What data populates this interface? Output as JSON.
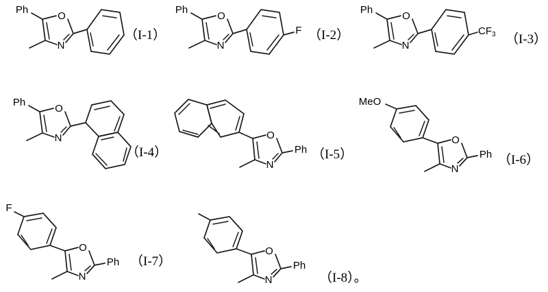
{
  "document": {
    "type": "chemical-structure-figure",
    "description": "Patent figure showing eight 4-methyl-oxazole derivatives labelled (I-1) through (I-8)",
    "background_color": "#ffffff",
    "bond_color": "#1a1a1a",
    "text_color": "#000000",
    "terminal_punctuation": "。"
  },
  "structures": [
    {
      "id": "I-1",
      "label": "（I-1）",
      "core": "oxazole",
      "atom_labels": [
        "Ph",
        "O",
        "N"
      ],
      "substituents": {
        "c5": "Ph",
        "c4": "methyl",
        "c2": "phenyl-ring"
      },
      "ring_labels": []
    },
    {
      "id": "I-2",
      "label": "（I-2）",
      "core": "oxazole",
      "atom_labels": [
        "Ph",
        "O",
        "N",
        "F"
      ],
      "substituents": {
        "c5": "Ph",
        "c4": "methyl",
        "c2": "4-fluorophenyl"
      },
      "ring_labels": [
        "F"
      ]
    },
    {
      "id": "I-3",
      "label": "（I-3）",
      "core": "oxazole",
      "atom_labels": [
        "Ph",
        "O",
        "N",
        "CF3"
      ],
      "substituents": {
        "c5": "Ph",
        "c4": "methyl",
        "c2": "4-trifluoromethylphenyl"
      },
      "ring_labels": [
        "CF",
        "3"
      ]
    },
    {
      "id": "I-4",
      "label": "（I-4）",
      "core": "oxazole",
      "atom_labels": [
        "Ph",
        "O",
        "N"
      ],
      "substituents": {
        "c5": "Ph",
        "c4": "methyl",
        "c2": "naphthalen-1-yl"
      },
      "ring_labels": []
    },
    {
      "id": "I-5",
      "label": "（I-5）",
      "core": "oxazole",
      "atom_labels": [
        "O",
        "N",
        "Ph"
      ],
      "substituents": {
        "c5": "naphthalen-2-yl",
        "c4": "methyl",
        "c2": "Ph"
      },
      "ring_labels": []
    },
    {
      "id": "I-6",
      "label": "（I-6）",
      "core": "oxazole",
      "atom_labels": [
        "MeO",
        "O",
        "N",
        "Ph"
      ],
      "substituents": {
        "c5": "4-methoxyphenyl",
        "c4": "methyl",
        "c2": "Ph"
      },
      "ring_labels": [
        "MeO"
      ]
    },
    {
      "id": "I-7",
      "label": "（I-7）",
      "core": "oxazole",
      "atom_labels": [
        "F",
        "O",
        "N",
        "Ph"
      ],
      "substituents": {
        "c5": "4-fluorophenyl",
        "c4": "methyl",
        "c2": "Ph"
      },
      "ring_labels": [
        "F"
      ]
    },
    {
      "id": "I-8",
      "label": "（I-8）",
      "core": "oxazole",
      "atom_labels": [
        "O",
        "N",
        "Ph"
      ],
      "substituents": {
        "c5": "4-methylphenyl",
        "c4": "methyl",
        "c2": "Ph"
      },
      "ring_labels": []
    }
  ],
  "atoms": {
    "ph": "Ph",
    "o": "O",
    "n": "N",
    "f": "F",
    "cf": "CF",
    "cf_sub": "3",
    "meo": "MeO"
  }
}
